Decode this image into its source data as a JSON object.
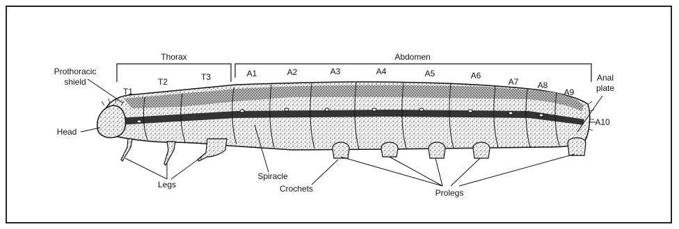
{
  "regions": {
    "thorax": "Thorax",
    "abdomen": "Abdomen"
  },
  "segments": {
    "t1": "T1",
    "t2": "T2",
    "t3": "T3",
    "a1": "A1",
    "a2": "A2",
    "a3": "A3",
    "a4": "A4",
    "a5": "A5",
    "a6": "A6",
    "a7": "A7",
    "a8": "A8",
    "a9": "A9",
    "a10": "A10"
  },
  "parts": {
    "prothoracic_shield_line1": "Prothoracic",
    "prothoracic_shield_line2": "shield",
    "head": "Head",
    "legs": "Legs",
    "spiracle": "Spiracle",
    "crochets": "Crochets",
    "prolegs": "Prolegs",
    "anal_plate_line1": "Anal",
    "anal_plate_line2": "plate"
  },
  "colors": {
    "ink": "#111111",
    "body_fill": "#efefef",
    "dark_band": "#2a2a2a"
  }
}
